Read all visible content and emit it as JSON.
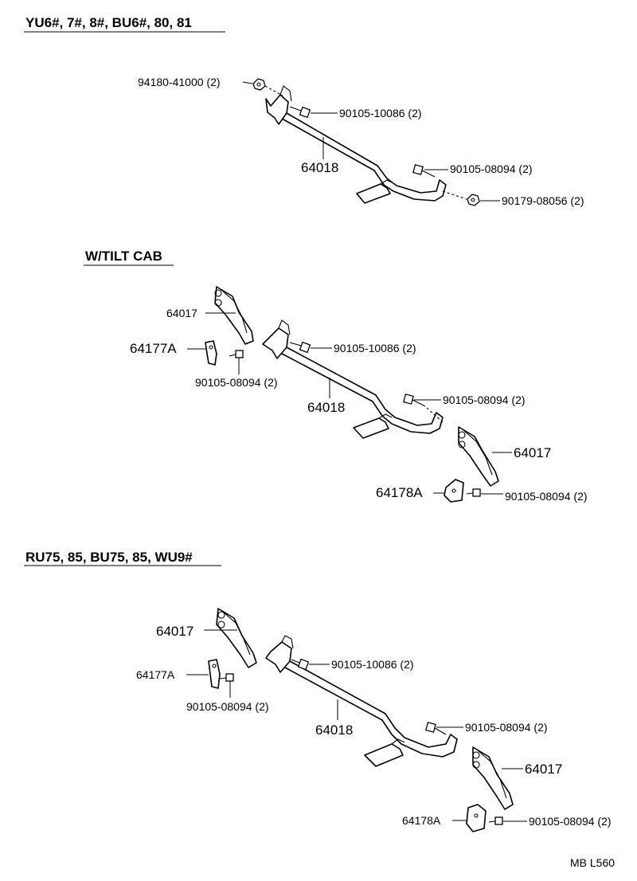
{
  "section1": {
    "title": "YU6#, 7#, 8#, BU6#, 80, 81",
    "labels": {
      "nut_top": "94180-41000 (2)",
      "bolt_top": "90105-10086 (2)",
      "bar": "64018",
      "bolt_right": "90105-08094 (2)",
      "nut_right": "90179-08056 (2)"
    }
  },
  "section2": {
    "title": "W/TILT CAB",
    "labels": {
      "tube_left": "64017",
      "bracket_left": "64177A",
      "bolt_left": "90105-08094 (2)",
      "bolt_top": "90105-10086 (2)",
      "bar": "64018",
      "bolt_right": "90105-08094 (2)",
      "tube_right": "64017",
      "bracket_right": "64178A",
      "bolt_bottom_right": "90105-08094 (2)"
    }
  },
  "section3": {
    "title": "RU75, 85, BU75, 85, WU9#",
    "labels": {
      "tube_left": "64017",
      "bracket_left": "64177A",
      "bolt_left": "90105-08094 (2)",
      "bolt_top": "90105-10086 (2)",
      "bar": "64018",
      "bolt_right": "90105-08094 (2)",
      "tube_right": "64017",
      "bracket_right": "64178A",
      "bolt_bottom_right": "90105-08094 (2)"
    }
  },
  "footer_code": "MB L560"
}
